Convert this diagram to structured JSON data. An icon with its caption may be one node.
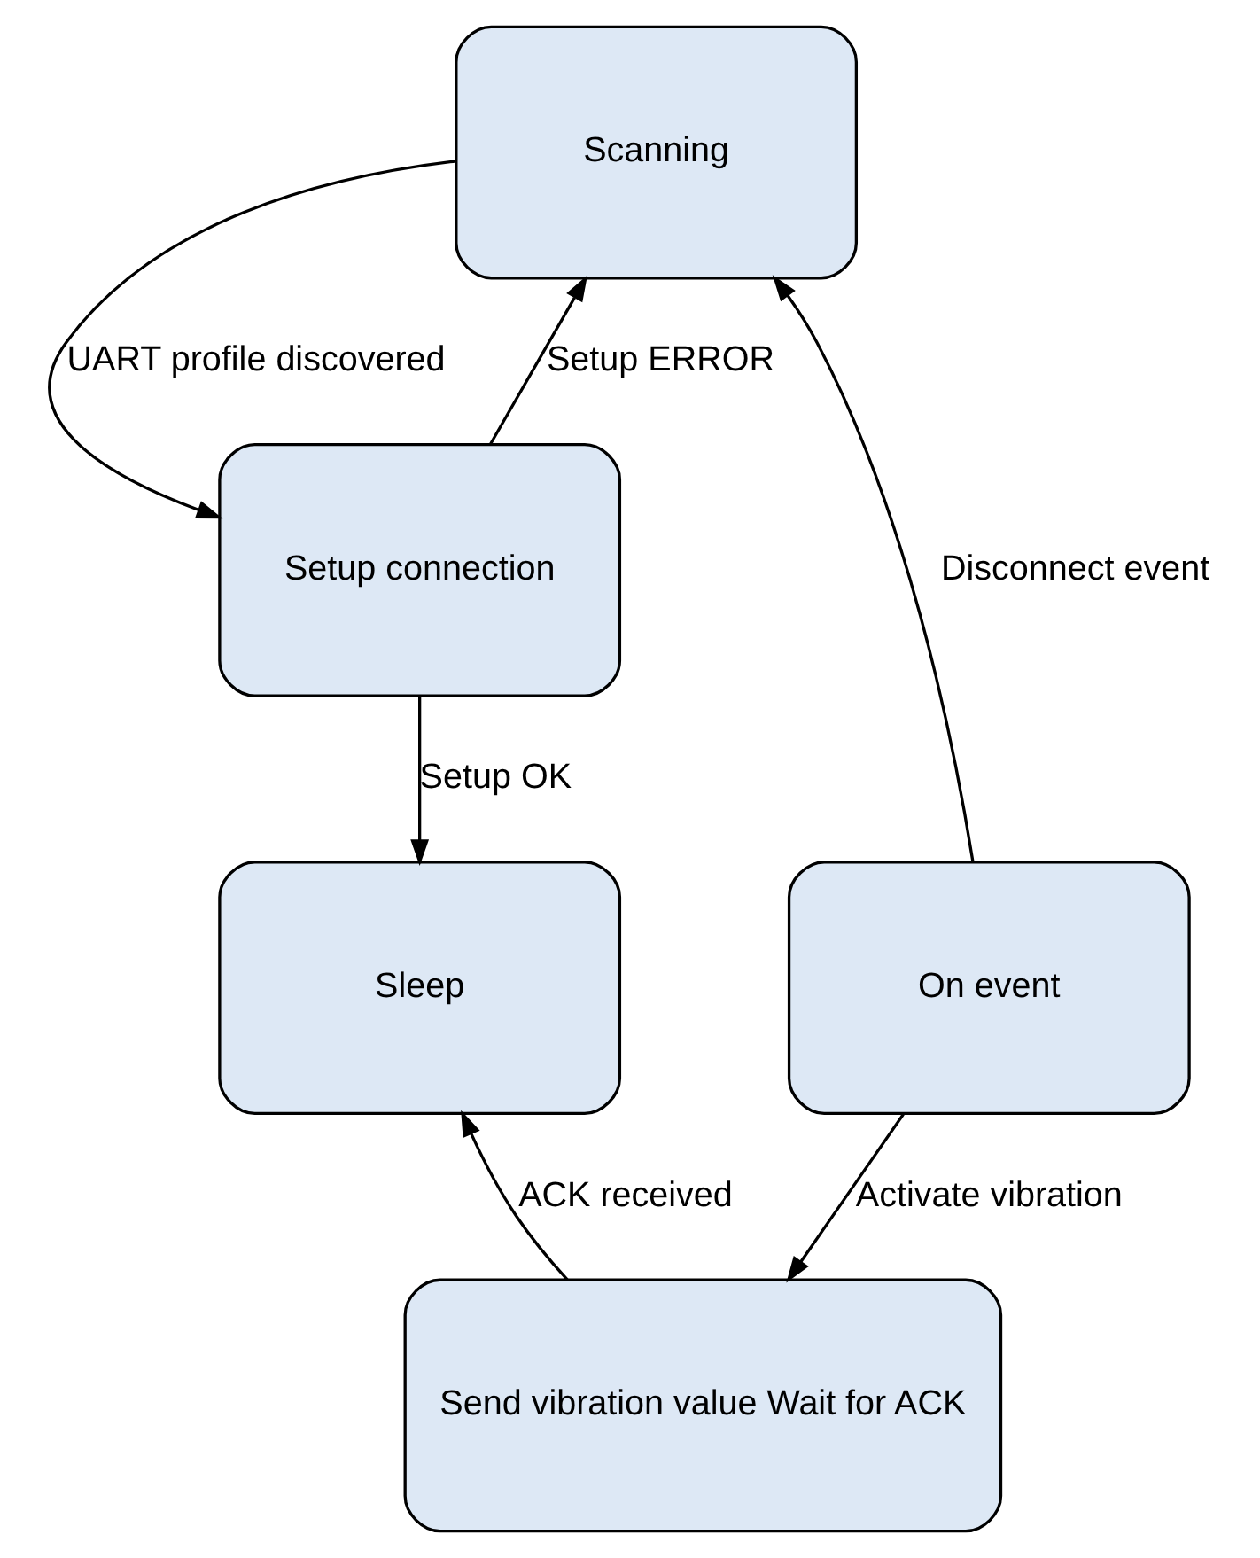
{
  "diagram": {
    "nodes": [
      {
        "text": [
          "Scanning"
        ]
      },
      {
        "text": [
          "Setup connection"
        ]
      },
      {
        "text": [
          "Sleep"
        ]
      },
      {
        "text": [
          "On event"
        ]
      },
      {
        "text": [
          "Send vibration value Wait for ACK"
        ]
      }
    ],
    "edges": [
      {
        "from": 0,
        "to": 1,
        "arrow": "to",
        "label": "UART profile discovered"
      },
      {
        "from": 1,
        "to": 0,
        "arrow": "to",
        "label": "Setup ERROR"
      },
      {
        "from": 1,
        "to": 2,
        "arrow": "to",
        "label": "Setup OK"
      },
      {
        "from": 4,
        "to": 2,
        "arrow": "to",
        "label": "ACK received"
      },
      {
        "from": 3,
        "to": 4,
        "arrow": "to",
        "label": "Activate vibration"
      },
      {
        "from": 3,
        "to": 0,
        "arrow": "to",
        "label": "Disconnect event"
      }
    ]
  }
}
